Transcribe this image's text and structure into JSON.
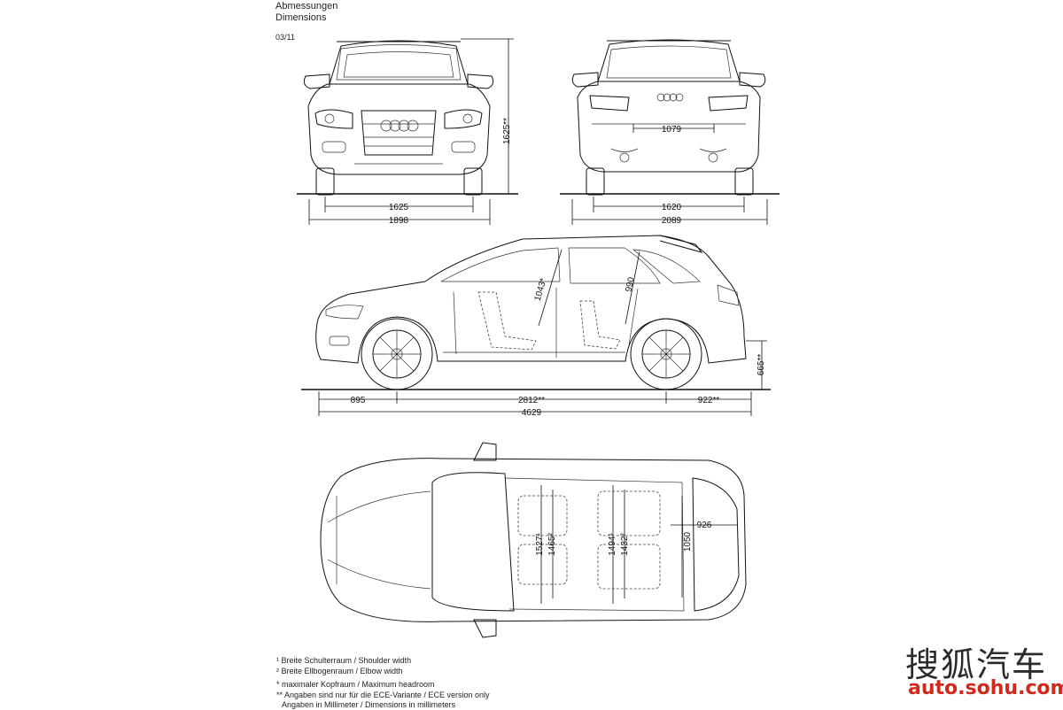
{
  "header": {
    "title_de": "Abmessungen",
    "title_en": "Dimensions",
    "date": "03/11"
  },
  "front_view": {
    "track": "1625",
    "width": "1898",
    "height": "1625**"
  },
  "rear_view": {
    "track": "1620",
    "width_mirrors": "2089",
    "loading_sill_width": "1079"
  },
  "side_view": {
    "front_overhang": "895",
    "wheelbase": "2812**",
    "rear_overhang": "922**",
    "length": "4629",
    "front_headroom": "1043*",
    "rear_headroom": "990",
    "loading_sill_height": "665**"
  },
  "top_view": {
    "front_shoulder_width": "1527¹",
    "front_elbow_width": "1465²",
    "rear_shoulder_width": "1494¹",
    "rear_elbow_width": "1432²",
    "load_floor_width": "1050",
    "load_floor_length": "926"
  },
  "footnotes": [
    "¹ Breite Schulterraum / Shoulder width",
    "² Breite Ellbogenraum / Elbow width",
    "* maximaler Kopfraum / Maximum headroom",
    "** Angaben sind nur für die ECE-Variante / ECE version only",
    "Angaben in Millimeter / Dimensions in millimeters"
  ],
  "watermark": {
    "brand": "搜狐汽车",
    "url": "auto.sohu.com"
  }
}
